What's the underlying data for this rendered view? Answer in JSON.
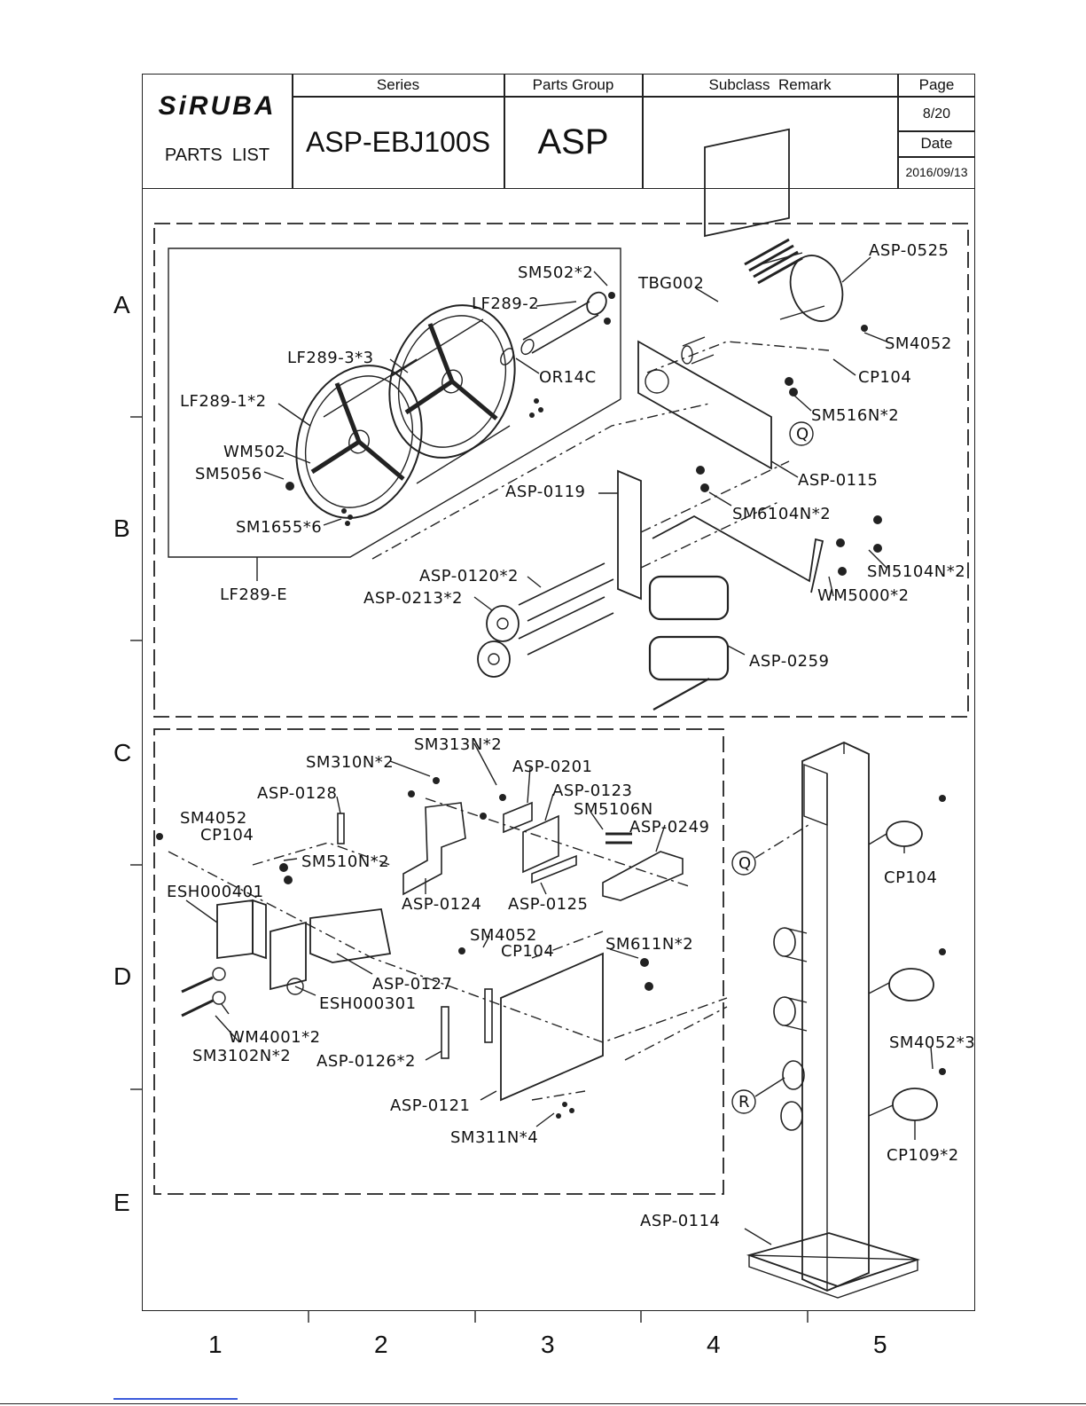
{
  "header": {
    "logo_text": "SiRUBA",
    "parts_list_label": "PARTS  LIST",
    "series_label": "Series",
    "series_value": "ASP-EBJ100S",
    "parts_group_label": "Parts Group",
    "parts_group_value": "ASP",
    "subclass_label": "Subclass  Remark",
    "subclass_value": "",
    "page_label": "Page",
    "page_value": "8/20",
    "date_label": "Date",
    "date_value": "2016/09/13"
  },
  "grid": {
    "rows": [
      "A",
      "B",
      "C",
      "D",
      "E"
    ],
    "cols": [
      "1",
      "2",
      "3",
      "4",
      "5"
    ]
  },
  "section_a": {
    "labels": [
      "SM502*2",
      "LF289-2",
      "TBG002",
      "ASP-0525",
      "SM4052",
      "LF289-3*3",
      "OR14C",
      "CP104",
      "LF289-1*2",
      "SM516N*2",
      "WM502",
      "SM5056",
      "ASP-0115",
      "ASP-0119",
      "SM6104N*2",
      "SM1655*6",
      "SM5104N*2",
      "ASP-0120*2",
      "LF289-E",
      "ASP-0213*2",
      "WM5000*2",
      "ASP-0259"
    ],
    "callout_q": "Q"
  },
  "section_c": {
    "labels": [
      "SM313N*2",
      "SM310N*2",
      "ASP-0201",
      "ASP-0128",
      "ASP-0123",
      "SM4052",
      "SM5106N",
      "CP104",
      "ASP-0249",
      "SM510N*2",
      "ESH000401",
      "ASP-0124",
      "ASP-0125",
      "SM4052",
      "SM611N*2",
      "CP104",
      "ASP-0127",
      "ESH000301",
      "WM4001*2",
      "SM3102N*2",
      "ASP-0126*2",
      "ASP-0121",
      "SM311N*4"
    ],
    "callout_q": "Q",
    "callout_r": "R"
  },
  "stand": {
    "labels": [
      "CP104",
      "SM4052*3",
      "CP109*2",
      "ASP-0114"
    ]
  }
}
